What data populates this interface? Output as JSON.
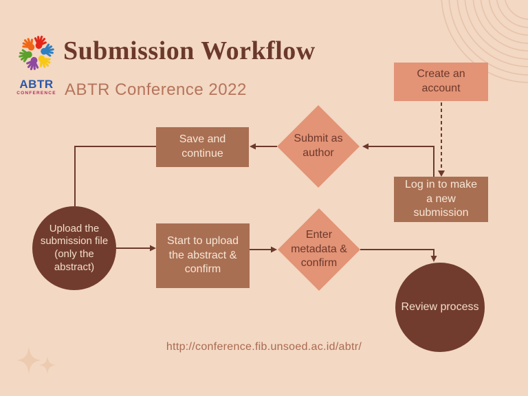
{
  "header": {
    "title": "Submission Workflow",
    "subtitle": "ABTR Conference 2022"
  },
  "logo": {
    "name": "ABTR",
    "subname": "CONFERENCE",
    "hand_colors": [
      "#e42618",
      "#2f7fc1",
      "#f8c812",
      "#8d4a9e",
      "#5aa02c",
      "#ef6716"
    ]
  },
  "flowchart": {
    "nodes": [
      {
        "id": "create-account",
        "shape": "rectangle",
        "label": "Create an account"
      },
      {
        "id": "log-in",
        "shape": "rectangle",
        "label": "Log in to make a new submission"
      },
      {
        "id": "submit-as-author",
        "shape": "diamond",
        "label": "Submit as author"
      },
      {
        "id": "save-and-continue",
        "shape": "rectangle",
        "label": "Save and continue"
      },
      {
        "id": "upload-submission-file",
        "shape": "circle",
        "label": "Upload the submission file (only the abstract)"
      },
      {
        "id": "start-to-upload",
        "shape": "rectangle",
        "label": "Start to upload the abstract & confirm"
      },
      {
        "id": "enter-metadata",
        "shape": "diamond",
        "label": "Enter metadata & confirm"
      },
      {
        "id": "review-process",
        "shape": "circle",
        "label": "Review process"
      }
    ],
    "edges": [
      {
        "from": "create-account",
        "to": "log-in",
        "style": "dashed"
      },
      {
        "from": "log-in",
        "to": "submit-as-author",
        "style": "solid"
      },
      {
        "from": "submit-as-author",
        "to": "save-and-continue",
        "style": "solid"
      },
      {
        "from": "save-and-continue",
        "to": "upload-submission-file",
        "style": "solid"
      },
      {
        "from": "upload-submission-file",
        "to": "start-to-upload",
        "style": "solid"
      },
      {
        "from": "start-to-upload",
        "to": "enter-metadata",
        "style": "solid"
      },
      {
        "from": "enter-metadata",
        "to": "review-process",
        "style": "solid"
      }
    ]
  },
  "footer": {
    "url": "http://conference.fib.unsoed.ac.id/abtr/"
  },
  "colors": {
    "background": "#f3d8c3",
    "salmon_shape": "#e39376",
    "brown_shape": "#a96f53",
    "dark_circle": "#713c2e",
    "line": "#6b392c",
    "title_text": "#6b392c",
    "subtitle_text": "#b5745b",
    "light_text": "#f6e6d5",
    "url_text": "#a96a50",
    "arc_decoration": "#ddb296",
    "sparkle": "#edcbb0"
  }
}
